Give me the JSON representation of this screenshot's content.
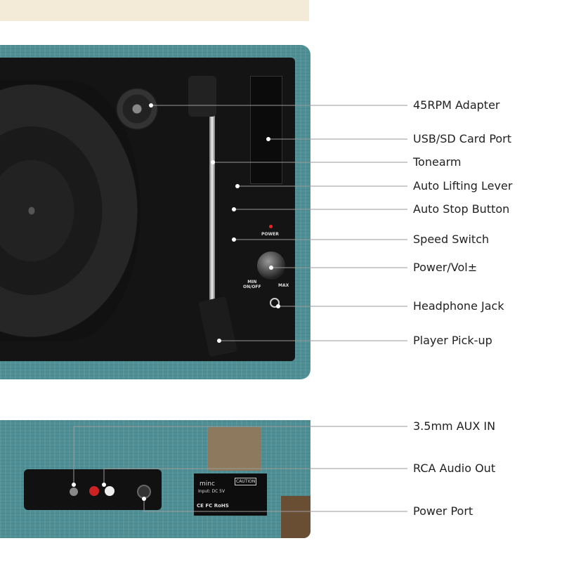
{
  "callouts": [
    {
      "label": "45RPM Adapter"
    },
    {
      "label": "USB/SD Card Port"
    },
    {
      "label": "Tonearm"
    },
    {
      "label": "Auto Lifting Lever"
    },
    {
      "label": "Auto Stop Button"
    },
    {
      "label": "Speed Switch"
    },
    {
      "label": "Power/Vol±"
    },
    {
      "label": "Headphone Jack"
    },
    {
      "label": "Player Pick-up"
    },
    {
      "label": "3.5mm AUX IN"
    },
    {
      "label": "RCA Audio Out"
    },
    {
      "label": "Power Port"
    }
  ],
  "device": {
    "power_led_label": "POWER",
    "knob_min_label": "MIN\nON/OFF",
    "knob_max_label": "MAX",
    "brand": "minc",
    "input_rating": "Input: DC 5V",
    "caution": "CAUTION",
    "cert_marks": "CE FC RoHS"
  },
  "colors": {
    "case": "#4f8f96",
    "panel": "#111111",
    "line": "#999999"
  }
}
